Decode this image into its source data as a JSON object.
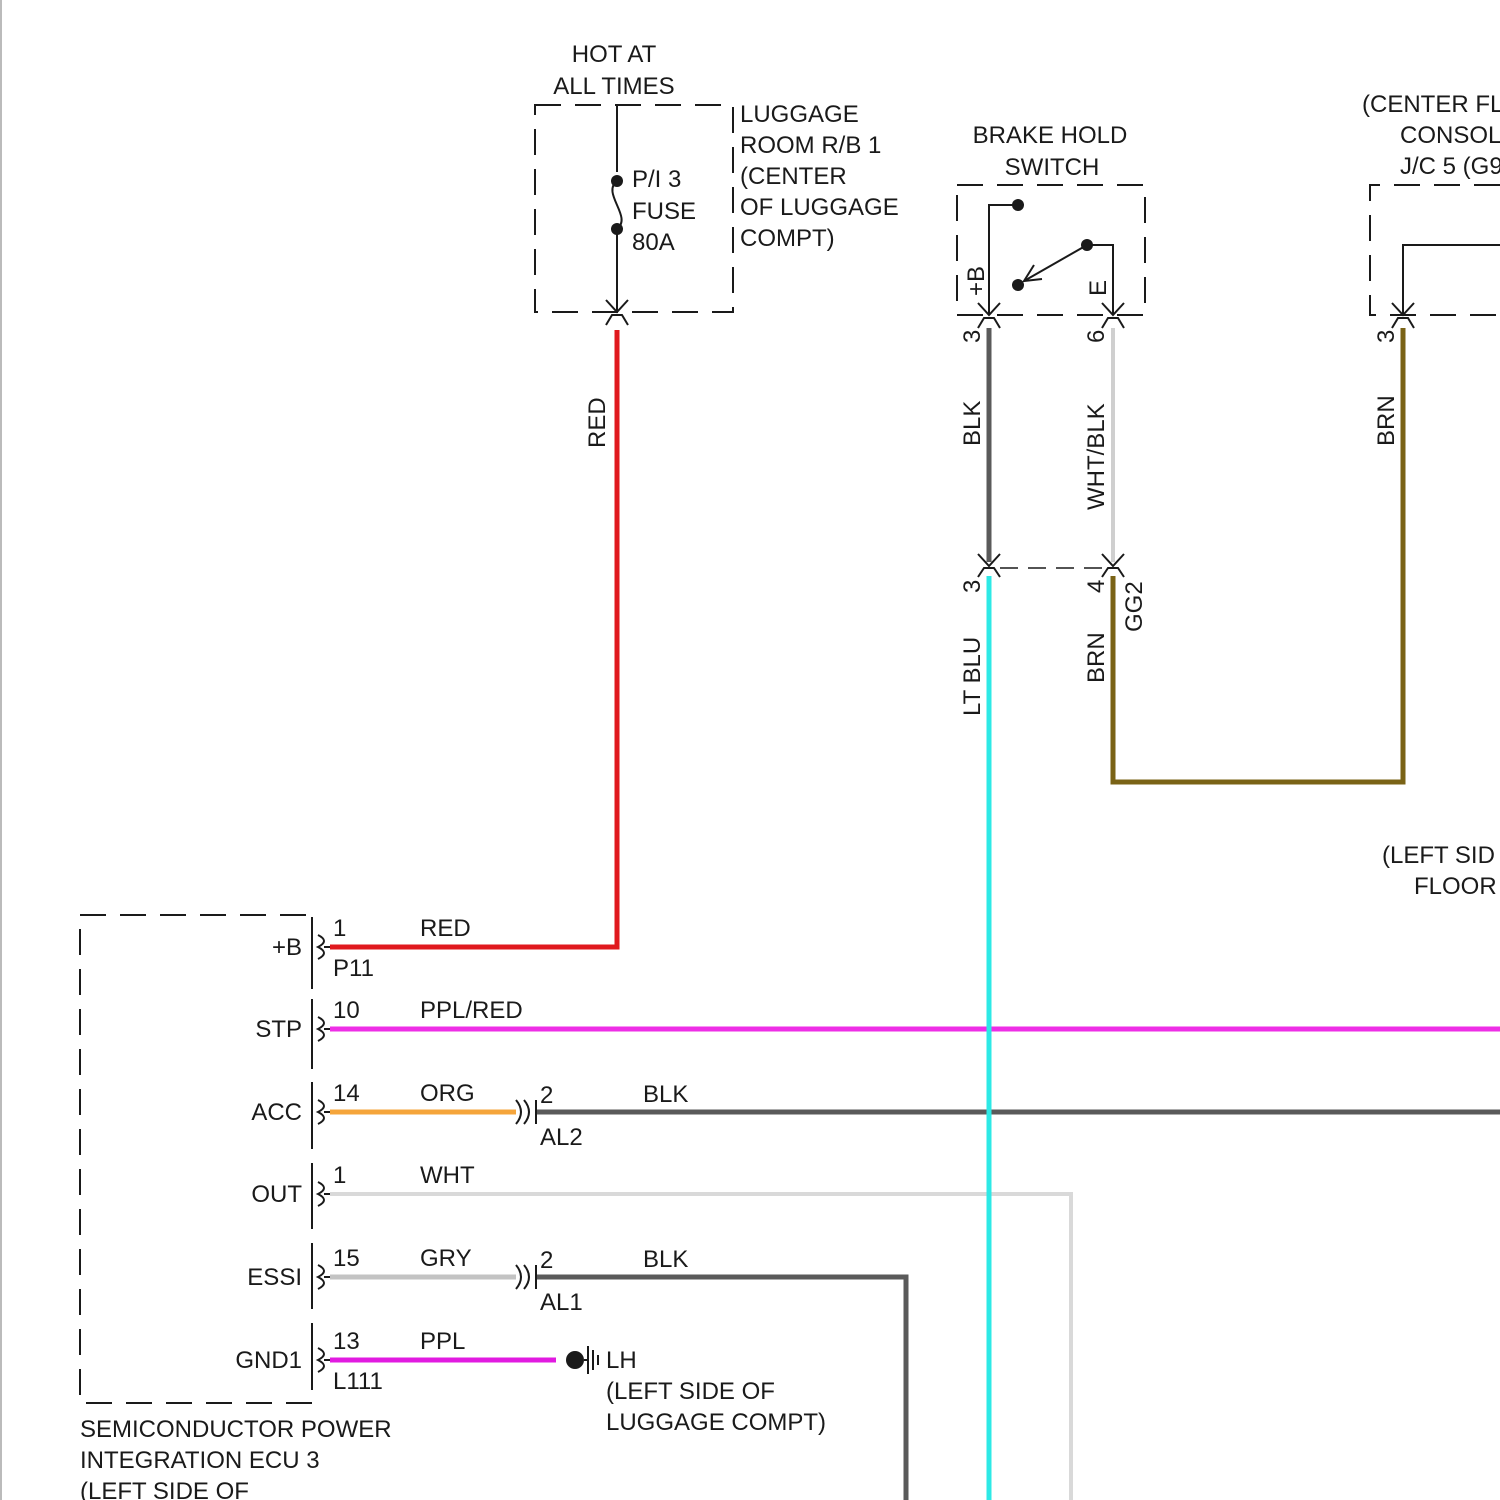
{
  "colors": {
    "red": "#e0191e",
    "ppl_red": "#ee2ee6",
    "blk": "#5a5a5a",
    "wht": "#d9d9d9",
    "gry": "#c3c3c3",
    "org": "#f5a53b",
    "ppl": "#e11ae0",
    "lt_blu": "#2de9e6",
    "brn": "#7a6316",
    "wht_blk": "#cfcfcf"
  },
  "fuse_block": {
    "hot_label": [
      "HOT AT",
      "ALL TIMES"
    ],
    "location": [
      "LUGGAGE",
      "ROOM R/B 1",
      "(CENTER",
      "OF LUGGAGE",
      "COMPT)"
    ],
    "fuse": [
      "P/I 3",
      "FUSE",
      "80A"
    ]
  },
  "brake_hold_switch": {
    "title": [
      "BRAKE HOLD",
      "SWITCH"
    ],
    "pin_plus_b": "+B",
    "pin_e": "E",
    "pin3": "3",
    "pin6": "6",
    "wire3_color": "BLK",
    "wire6_color": "WHT/BLK"
  },
  "connector_gg2": {
    "name": "GG2",
    "pin3": "3",
    "pin4": "4",
    "wire3_color": "LT BLU",
    "wire4_color": "BRN"
  },
  "jc5": {
    "label": [
      "(CENTER FL",
      "CONSOL",
      "J/C 5 (G9"
    ],
    "pin": "3",
    "wire_color": "BRN"
  },
  "right_location_label": [
    "(LEFT SID",
    "FLOOR"
  ],
  "fuse_wire_color": "RED",
  "ecu": {
    "name": [
      "SEMICONDUCTOR POWER",
      "INTEGRATION ECU 3",
      "(LEFT SIDE OF"
    ],
    "connector_top": "P11",
    "connector_bottom": "L111",
    "pins": [
      {
        "name": "+B",
        "pin": "1",
        "wire": "RED"
      },
      {
        "name": "STP",
        "pin": "10",
        "wire": "PPL/RED"
      },
      {
        "name": "ACC",
        "pin": "14",
        "wire": "ORG"
      },
      {
        "name": "OUT",
        "pin": "1",
        "wire": "WHT"
      },
      {
        "name": "ESSI",
        "pin": "15",
        "wire": "GRY"
      },
      {
        "name": "GND1",
        "pin": "13",
        "wire": "PPL"
      }
    ]
  },
  "connector_al2": {
    "name": "AL2",
    "pin": "2",
    "wire": "BLK"
  },
  "connector_al1": {
    "name": "AL1",
    "pin": "2",
    "wire": "BLK"
  },
  "ground": {
    "name": "LH",
    "location": [
      "(LEFT SIDE OF",
      "LUGGAGE COMPT)"
    ]
  }
}
